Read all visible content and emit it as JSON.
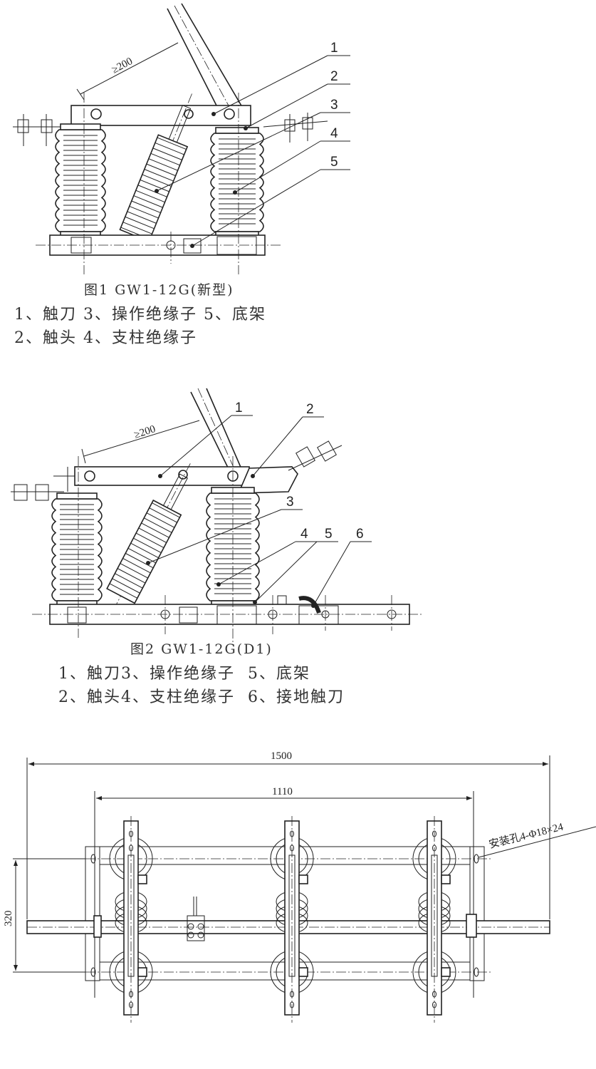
{
  "figure1": {
    "caption": "图1 GW1-12G(新型)",
    "legend_line1": "1、触刀 3、操作绝缘子 5、底架",
    "legend_line2": "2、触头 4、支柱绝缘子",
    "clearance_label": "≥200",
    "callouts": [
      "1",
      "2",
      "3",
      "4",
      "5"
    ]
  },
  "figure2": {
    "caption": "图2 GW1-12G(D1)",
    "legend_line1": "1、触刀3、操作绝缘子  5、底架",
    "legend_line2": "2、触头4、支柱绝缘子  6、接地触刀",
    "clearance_label": "≥200",
    "callouts": [
      "1",
      "2",
      "3",
      "4",
      "5",
      "6"
    ]
  },
  "figure3": {
    "overall_width": "1500",
    "pole_spacing": "1110",
    "frame_depth": "320",
    "mounting_hole_note": "安装孔4-Φ18×24"
  }
}
